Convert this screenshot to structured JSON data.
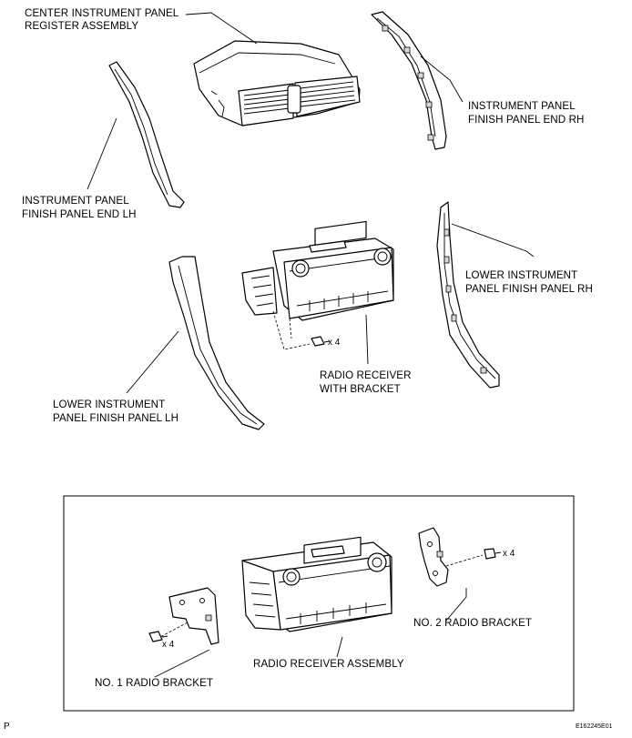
{
  "labels": {
    "center_register_line1": "CENTER INSTRUMENT PANEL",
    "center_register_line2": "REGISTER ASSEMBLY",
    "finish_end_rh_line1": "INSTRUMENT PANEL",
    "finish_end_rh_line2": "FINISH PANEL END RH",
    "finish_end_lh_line1": "INSTRUMENT PANEL",
    "finish_end_lh_line2": "FINISH PANEL END LH",
    "lower_rh_line1": "LOWER INSTRUMENT",
    "lower_rh_line2": "PANEL FINISH PANEL RH",
    "lower_lh_line1": "LOWER INSTRUMENT",
    "lower_lh_line2": "PANEL FINISH PANEL LH",
    "radio_bracket_line1": "RADIO RECEIVER",
    "radio_bracket_line2": "WITH BRACKET",
    "radio_assembly": "RADIO RECEIVER ASSEMBLY",
    "no1_bracket": "NO. 1 RADIO BRACKET",
    "no2_bracket": "NO. 2 RADIO BRACKET"
  },
  "quantities": {
    "screws_radio": "x 4",
    "screws_no1": "x 4",
    "screws_no2": "x 4"
  },
  "corner": {
    "left_mark": "P",
    "figure_code": "E162245E01"
  }
}
